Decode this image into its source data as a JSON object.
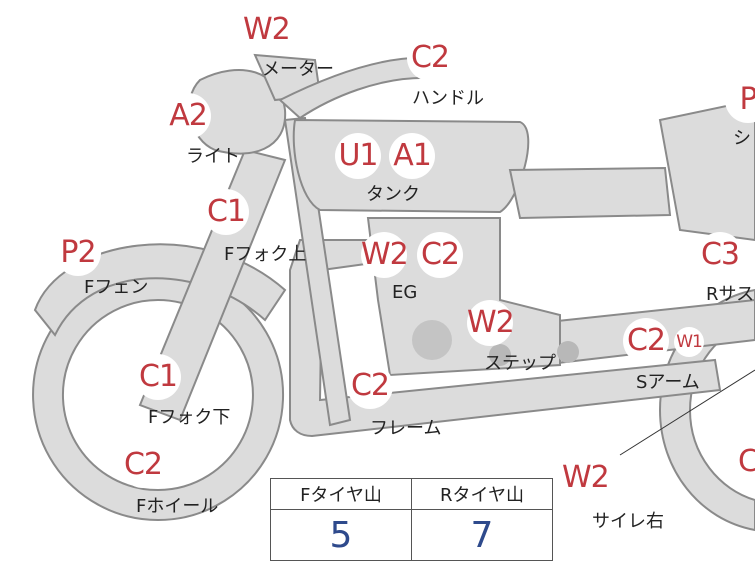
{
  "parts": [
    {
      "id": "meter",
      "label": "メーター",
      "code": "W2",
      "code_color": "#c0393f"
    },
    {
      "id": "handle",
      "label": "ハンドル",
      "code": "C2",
      "code_color": "#c0393f"
    },
    {
      "id": "light",
      "label": "ライト",
      "code": "A2",
      "code_color": "#c0393f"
    },
    {
      "id": "tank",
      "label": "タンク",
      "codes": [
        "U1",
        "A1"
      ],
      "code_color": "#c0393f"
    },
    {
      "id": "f-fork-upper",
      "label": "Fフォク上",
      "code": "C1",
      "code_color": "#c0393f"
    },
    {
      "id": "f-fender",
      "label": "Fフェン",
      "code": "P2",
      "code_color": "#c0393f"
    },
    {
      "id": "engine",
      "label": "EG",
      "codes": [
        "W2",
        "C2"
      ],
      "code_color": "#c0393f"
    },
    {
      "id": "step",
      "label": "ステップ",
      "code": "W2",
      "code_color": "#c0393f"
    },
    {
      "id": "f-fork-lower",
      "label": "Fフォク下",
      "code": "C1",
      "code_color": "#c0393f"
    },
    {
      "id": "frame",
      "label": "フレーム",
      "code": "C2",
      "code_color": "#c0393f"
    },
    {
      "id": "f-wheel",
      "label": "Fホイール",
      "code": "C2",
      "code_color": "#c0393f"
    },
    {
      "id": "swing-arm",
      "label": "Sアーム",
      "code": "C2",
      "extra_code": "W1",
      "code_color": "#c0393f"
    },
    {
      "id": "muffler-right",
      "label": "サイレ右",
      "code": "W2",
      "code_color": "#c0393f"
    },
    {
      "id": "r-suspension",
      "label": "Rサス",
      "code": "C3",
      "code_color": "#c0393f"
    },
    {
      "id": "seat",
      "label": "シ",
      "code": "P",
      "code_color": "#c0393f"
    },
    {
      "id": "r-wheel-partial",
      "code": "C",
      "code_color": "#c0393f"
    }
  ],
  "tread_table": {
    "headers": [
      "Fタイヤ山",
      "Rタイヤ山"
    ],
    "values": [
      "5",
      "7"
    ]
  },
  "colors": {
    "body": "#dcdcdc",
    "outline": "#8a8a8a",
    "code": "#c0393f",
    "value": "#2e4a8c"
  }
}
